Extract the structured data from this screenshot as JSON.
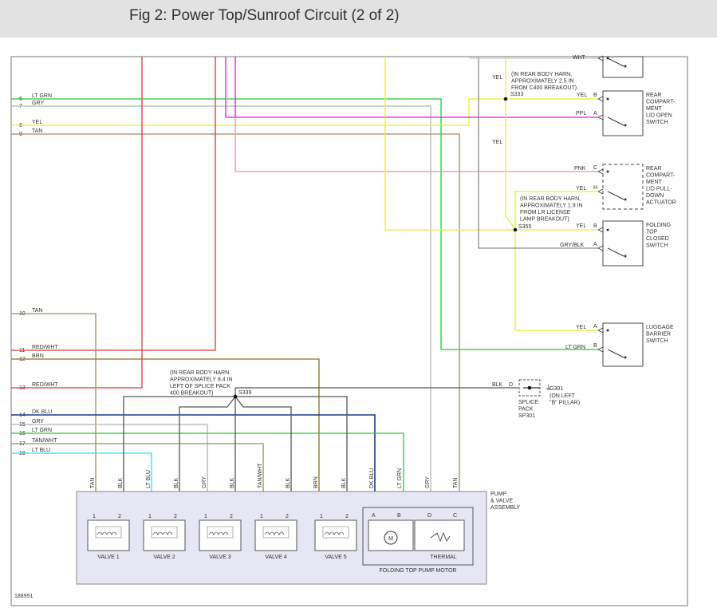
{
  "title": "Fig 2: Power Top/Sunroof Circuit (2 of 2)",
  "colors": {
    "ltgrn": "#22cc33",
    "gry": "#b4b4b4",
    "yel": "#f0ee20",
    "tan": "#a08a5c",
    "red": "#d83a3a",
    "brn": "#8a7020",
    "dkblu": "#1a3a8a",
    "ltblu": "#22e5f5",
    "ppl": "#ff00ff",
    "pnk": "#f08ca0",
    "blk": "#555555",
    "grayblk": "#8c8c8c",
    "panel": "#e6e6f4"
  },
  "left_wires": [
    {
      "num": "6",
      "label": "LT GRN"
    },
    {
      "num": "7",
      "label": "GRY"
    },
    {
      "num": "8",
      "label": "YEL"
    },
    {
      "num": "9",
      "label": "TAN"
    },
    {
      "num": "10",
      "label": "TAN"
    },
    {
      "num": "11",
      "label": "RED/WHT"
    },
    {
      "num": "12",
      "label": "BRN"
    },
    {
      "num": "13",
      "label": "RED/WHT"
    },
    {
      "num": "14",
      "label": "DK BLU"
    },
    {
      "num": "15",
      "label": "GRY"
    },
    {
      "num": "16",
      "label": "LT GRN"
    },
    {
      "num": "17",
      "label": "TAN/WHT"
    },
    {
      "num": "18",
      "label": "LT BLU"
    }
  ],
  "right_wire_labels": {
    "yel_top": "YEL",
    "yel_mid": "YEL",
    "s333_yel": "YEL",
    "s333_ppl": "PPL",
    "pnk": "PNK",
    "yel_h": "YEL",
    "s355_yel": "YEL",
    "gryblk": "GRY/BLK",
    "lugg_yel": "YEL",
    "lugg_ltgrn": "LT GRN",
    "blk": "BLK",
    "blk_pin": "D"
  },
  "splices": {
    "s333": {
      "id": "S333",
      "note": [
        "(IN REAR BODY HARN,",
        "APPROXIMATELY 2.5 IN",
        "FROM C400 BREAKOUT)"
      ]
    },
    "s355": {
      "id": "S355",
      "note": [
        "(IN REAR BODY HARN,",
        "APPROXIMATELY 1.9 IN",
        "FROM LR LICENSE",
        "LAMP BREAKOUT)"
      ]
    },
    "s339": {
      "id": "S339",
      "note": [
        "(IN REAR BODY HARN,",
        "APPROXIMATELY 8.4 IN",
        "LEFT OF SPLICE PACK",
        "400 BREAKOUT)"
      ]
    }
  },
  "switches": {
    "rear_open": [
      "REAR",
      "COMPART-",
      "MENT",
      "LID OPEN",
      "SWITCH"
    ],
    "pulldown": [
      "REAR",
      "COMPART-",
      "MENT",
      "LID PULL-",
      "DOWN",
      "ACTUATOR"
    ],
    "folding": [
      "FOLDING",
      "TOP",
      "CLOSED",
      "SWITCH"
    ],
    "luggage": [
      "LUGGAGE",
      "BARRIER",
      "SWITCH"
    ]
  },
  "pins": {
    "rear_open": [
      "B",
      "A"
    ],
    "pulldown": [
      "C",
      "H"
    ],
    "folding": [
      "B",
      "A"
    ],
    "luggage": [
      "A",
      "B"
    ]
  },
  "ground": {
    "id": "G301",
    "note": [
      "(ON LEFT",
      "\"B\" PILLAR)"
    ]
  },
  "splice_pack": [
    "SPLICE",
    "PACK",
    "SP301"
  ],
  "vertical_labels": [
    "TAN",
    "BLK",
    "LT BLU",
    "BLK",
    "GRY",
    "BLK",
    "TAN/WHT",
    "BLK",
    "BRN",
    "BLK",
    "DK BLU",
    "LT GRN",
    "GRY",
    "TAN"
  ],
  "valve_pins": [
    "1",
    "2"
  ],
  "valves": [
    "VALVE 1",
    "VALVE 2",
    "VALVE 3",
    "VALVE 4",
    "VALVE 5"
  ],
  "motor_pins": [
    "A",
    "B",
    "D",
    "C"
  ],
  "motor_symbol": "M",
  "thermal": "THERMAL",
  "motor_label": "FOLDING TOP PUMP MOTOR",
  "assembly": [
    "PUMP",
    "& VALVE",
    "ASSEMBLY"
  ],
  "fig_number": "188991",
  "top_partial": "WHT"
}
